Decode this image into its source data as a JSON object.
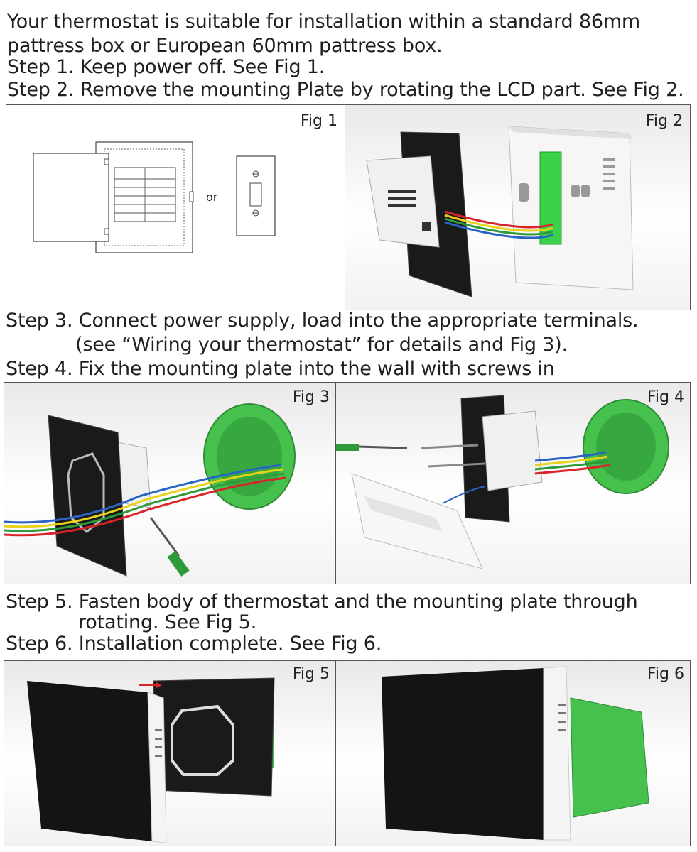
{
  "intro": {
    "line1": "Your thermostat is suitable for installation within a standard 86mm",
    "line2": "pattress box or European 60mm pattress box."
  },
  "steps": {
    "step1": "Step 1. Keep power off. See Fig 1.",
    "step2": "Step 2. Remove the mounting Plate by rotating the LCD part. See Fig 2.",
    "step3": "Step 3. Connect power supply, load into the appropriate terminals.",
    "step3_cont": "(see “Wiring your thermostat” for details and Fig 3).",
    "step4": "Step 4. Fix the mounting plate into the wall with screws in",
    "step5": "Step 5. Fasten body of thermostat and the mounting plate through",
    "step5_cont": "rotating. See Fig 5.",
    "step6": "Step 6. Installation complete. See Fig 6."
  },
  "figures": {
    "fig1": {
      "label": "Fig 1",
      "or_text": "or"
    },
    "fig2": {
      "label": "Fig 2"
    },
    "fig3": {
      "label": "Fig 3"
    },
    "fig4": {
      "label": "Fig 4"
    },
    "fig5": {
      "label": "Fig 5"
    },
    "fig6": {
      "label": "Fig 6"
    }
  },
  "colors": {
    "pattress_green": "#46c14d",
    "glass_black": "#141414",
    "frame_white": "#f4f4f4",
    "wire_red": "#d9232a",
    "wire_yellow": "#e8d21c",
    "wire_green": "#2f9a3a",
    "wire_blue": "#2b63c4"
  }
}
